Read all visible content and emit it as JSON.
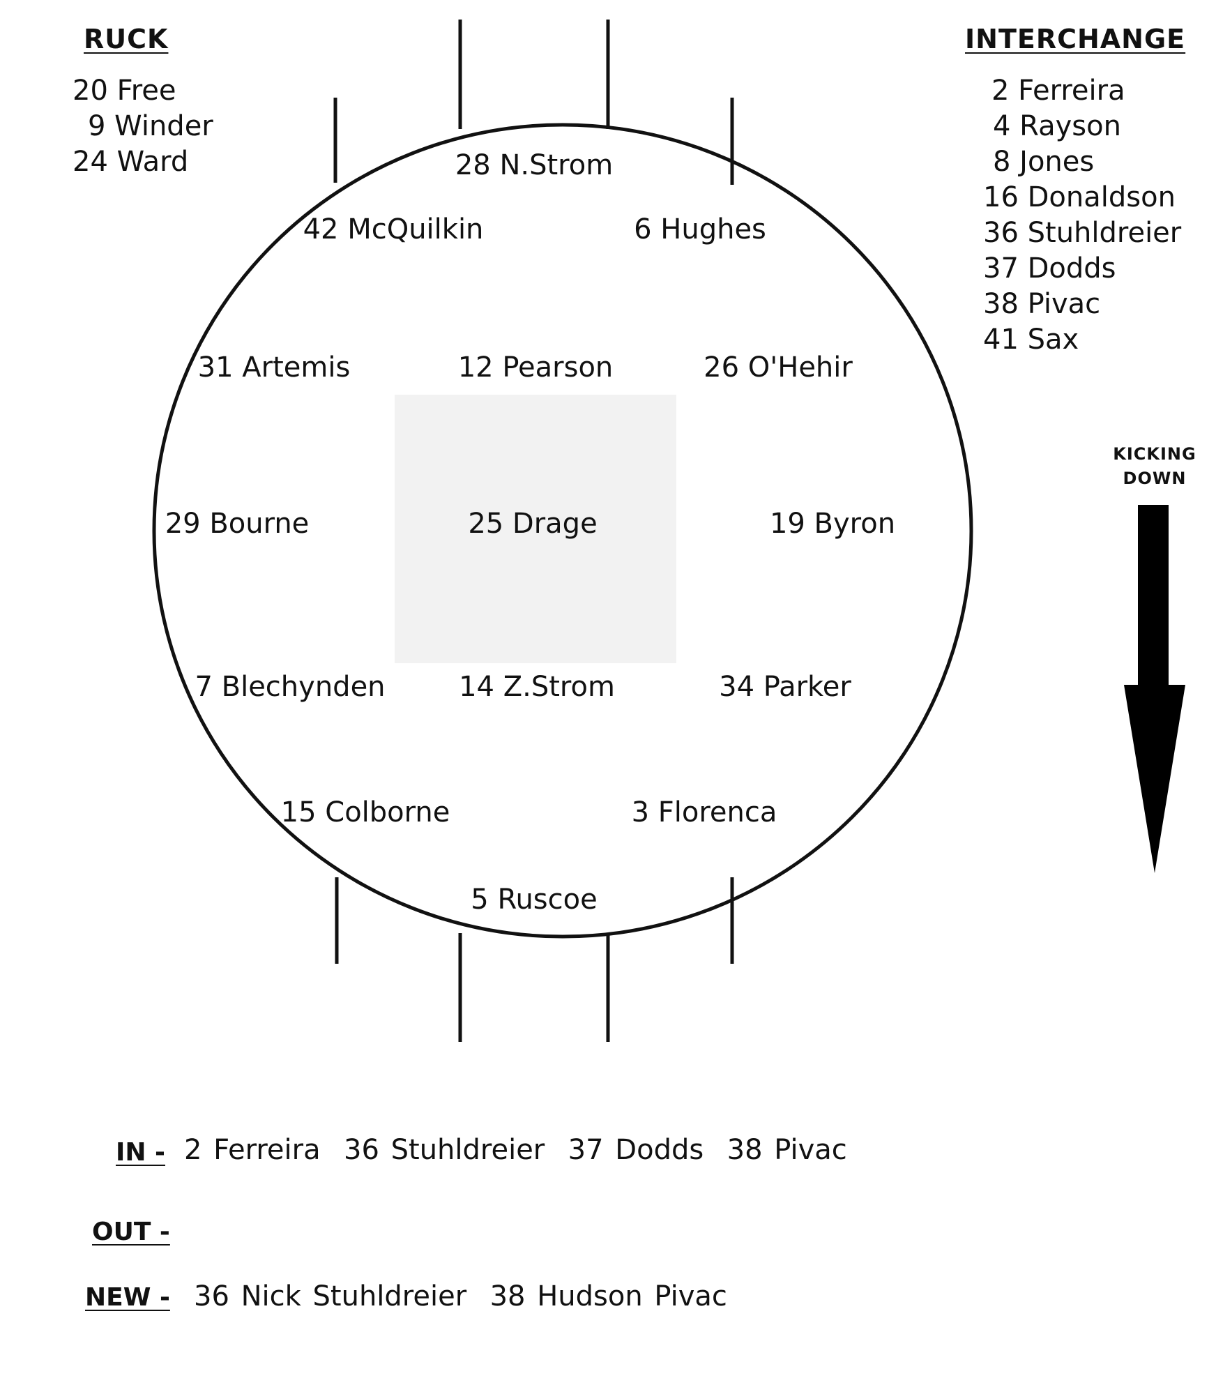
{
  "ruck": {
    "heading": "RUCK",
    "players": [
      "20 Free",
      "9 Winder",
      "24 Ward"
    ]
  },
  "interchange": {
    "heading": "INTERCHANGE",
    "players": [
      "2 Ferreira",
      "4 Rayson",
      "8 Jones",
      "16 Donaldson",
      "36 Stuhldreier",
      "37 Dodds",
      "38 Pivac",
      "41 Sax"
    ]
  },
  "field": {
    "players": {
      "full_forward": "28 N.Strom",
      "forward_pocket_left": "42 McQuilkin",
      "forward_pocket_right": "6 Hughes",
      "half_forward_left": "31 Artemis",
      "centre_half_forward": "12 Pearson",
      "half_forward_right": "26 O'Hehir",
      "wing_left": "29 Bourne",
      "centre": "25 Drage",
      "wing_right": "19 Byron",
      "half_back_left": "7 Blechynden",
      "centre_half_back": "14 Z.Strom",
      "half_back_right": "34 Parker",
      "back_pocket_left": "15 Colborne",
      "back_pocket_right": "3 Florenca",
      "full_back": "5 Ruscoe"
    },
    "centre_square_color": "#f2f2f2"
  },
  "kicking": {
    "line1": "KICKING",
    "line2": "DOWN",
    "arrow_color": "#000000"
  },
  "changes": {
    "in_label": "IN -",
    "in_players": "2 Ferreira  36 Stuhldreier  37 Dodds  38 Pivac",
    "out_label": "OUT -",
    "out_players": "",
    "new_label": "NEW -",
    "new_players": "36 Nick Stuhldreier  38 Hudson Pivac"
  }
}
